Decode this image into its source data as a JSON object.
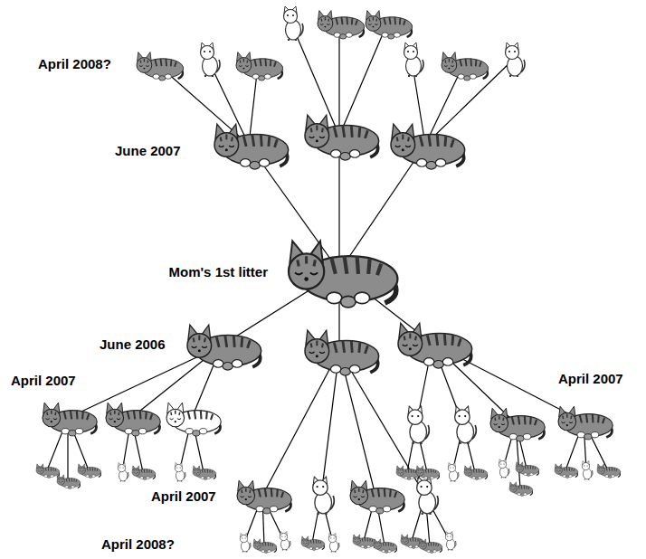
{
  "diagram": {
    "labels": [
      "April 2008?",
      "June 2007",
      "Mom's 1st litter",
      "June 2006",
      "April 2007",
      "April 2007",
      "April 2007",
      "April 2008?"
    ]
  }
}
